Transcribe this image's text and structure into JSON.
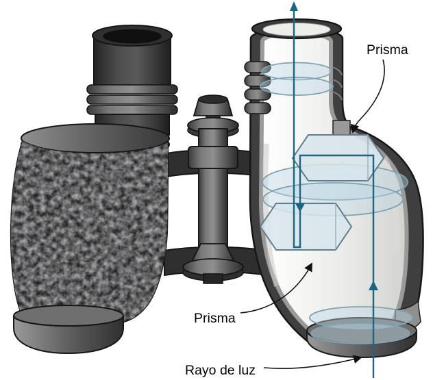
{
  "figure": {
    "annotations": {
      "prism_top_label": "Prisma",
      "prism_bottom_label": "Prisma",
      "ray_label": "Rayo de luz"
    },
    "colors": {
      "ray": "#16677f",
      "prism_fill": "#d7e5ec",
      "prism_stroke": "#5f7d8c",
      "lens_fill": "#b9d6e4",
      "lens_stroke": "#7fa3b2",
      "shell_dark": "#3f3f3f",
      "grip_black": "#262626",
      "metal_gray": "#8f8f8f",
      "cut_edge_gray": "#9a9a9a",
      "interior_white": "#f2f2ef",
      "outline": "#161616",
      "label_text": "#000000",
      "leader": "#111111",
      "background": "#ffffff"
    }
  }
}
